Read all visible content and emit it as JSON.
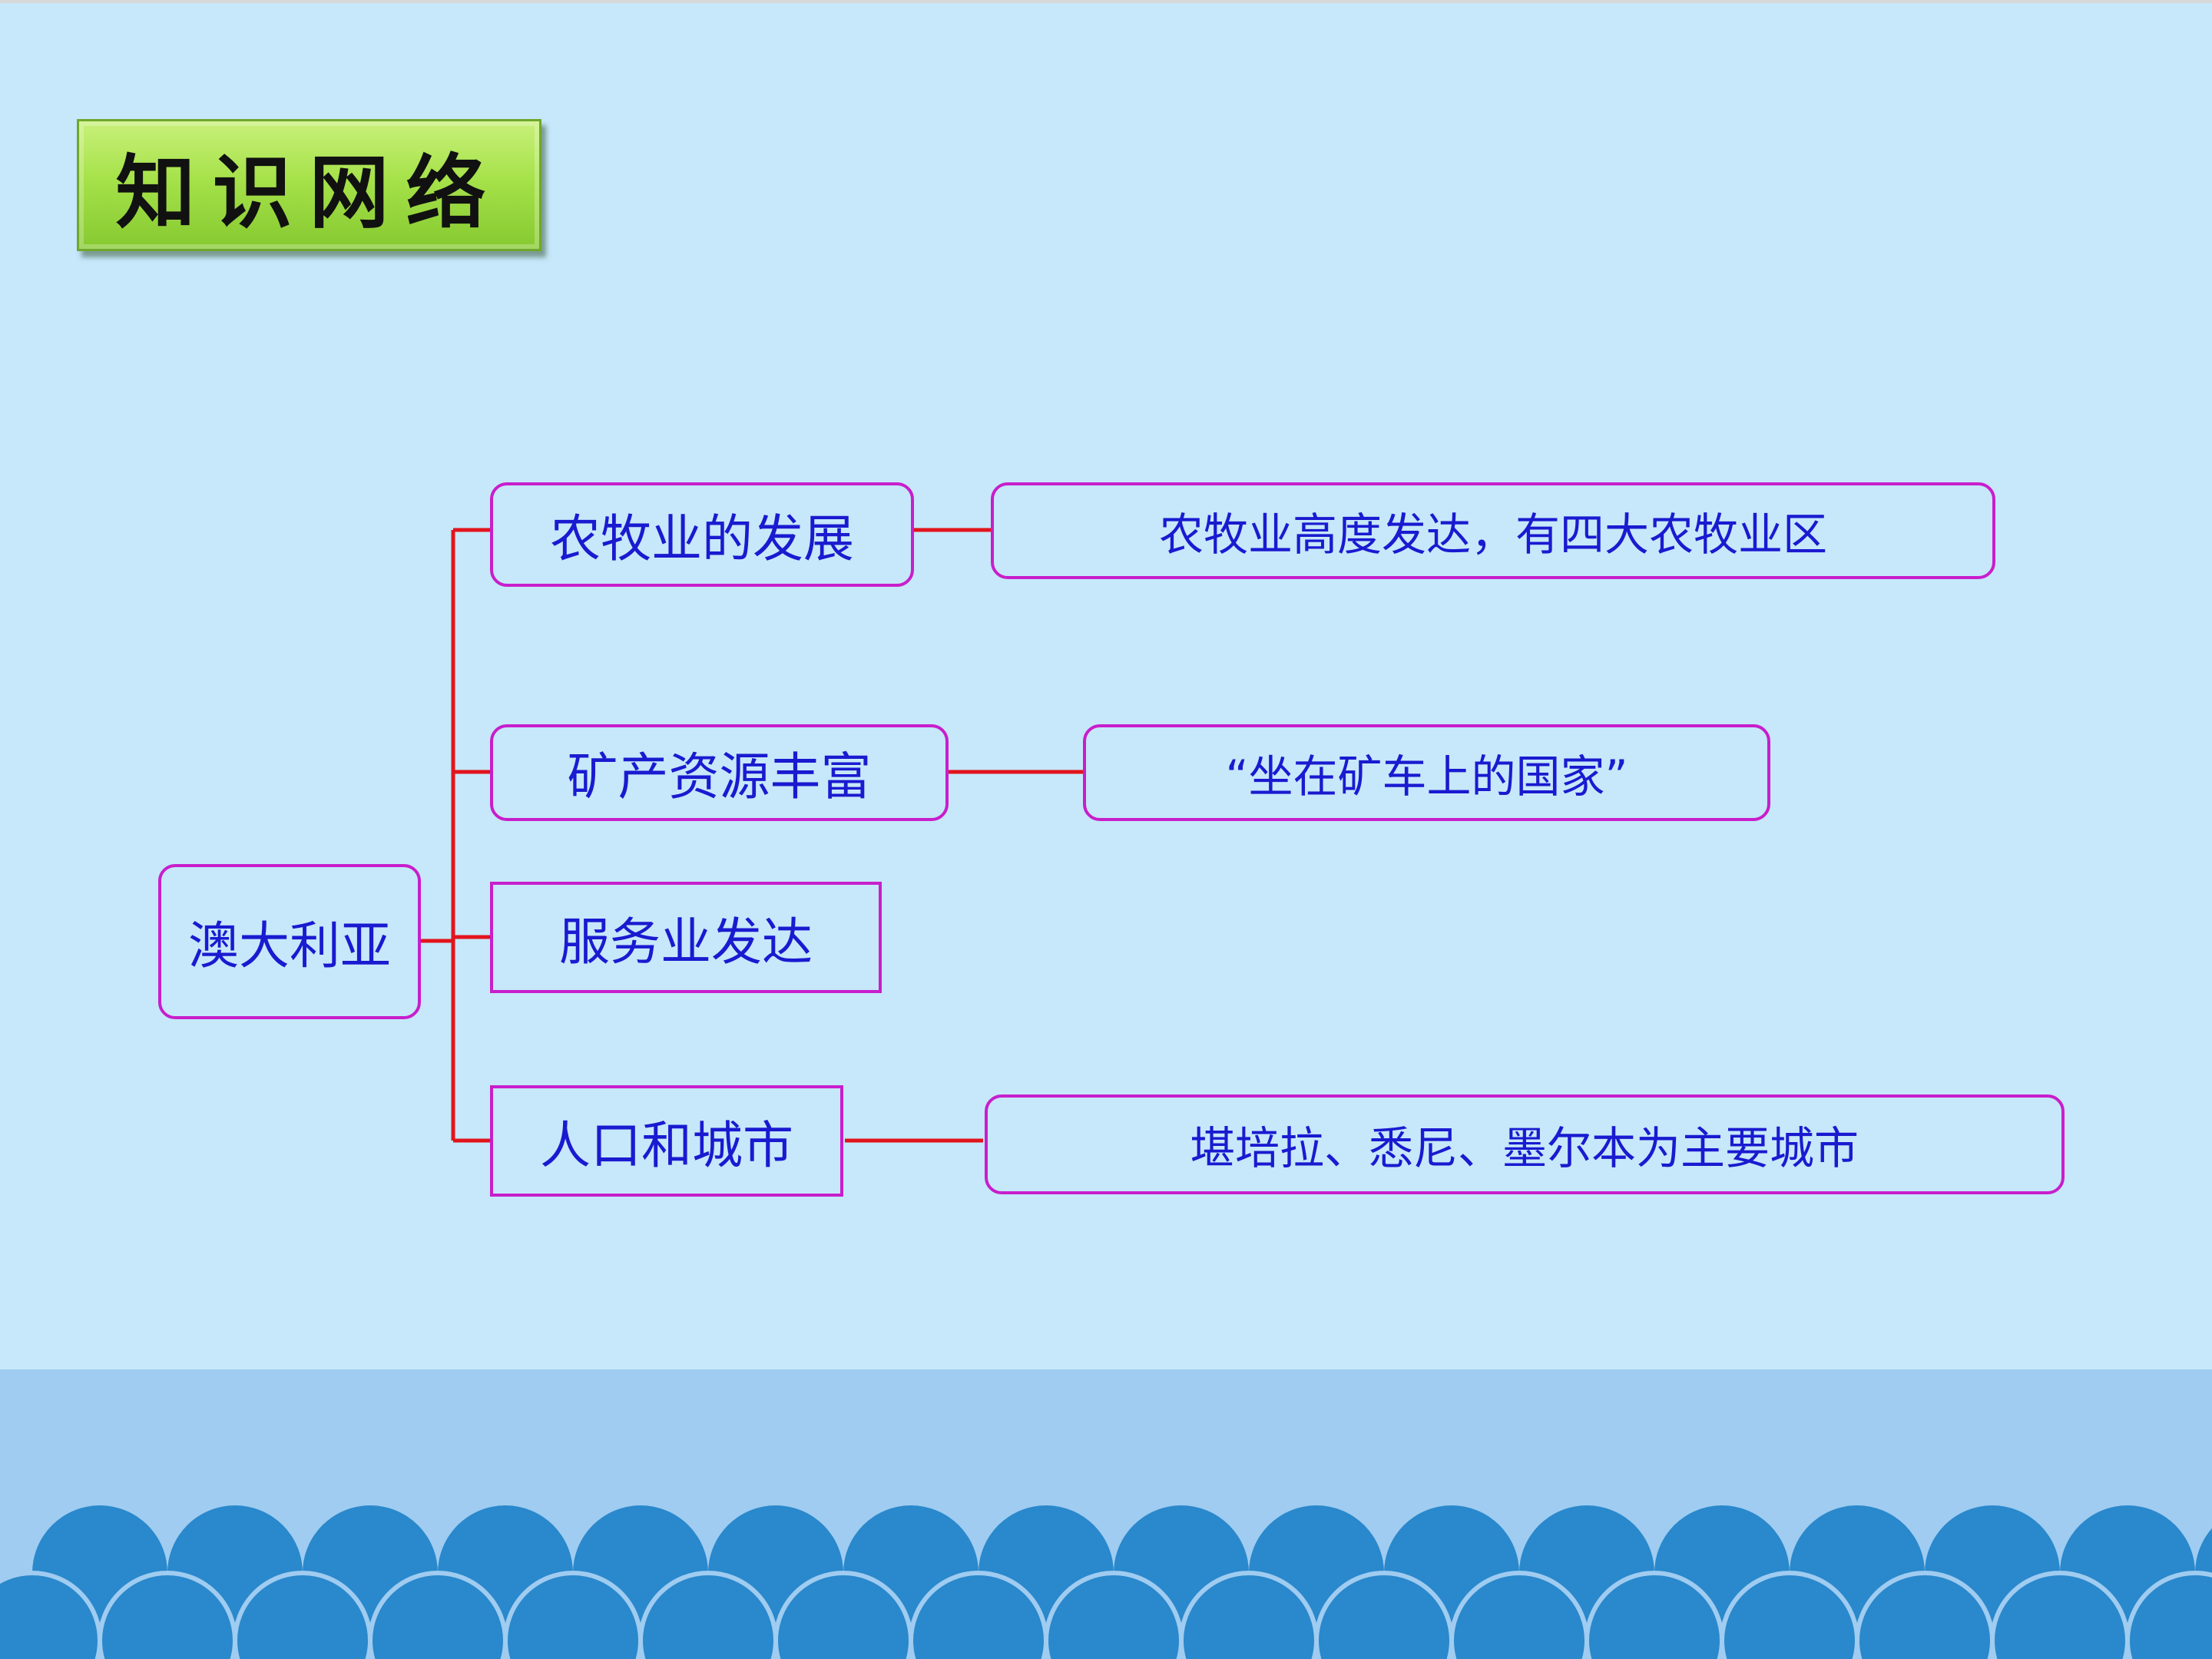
{
  "title": "知识网络",
  "root": "澳大利亚",
  "branches": [
    {
      "label": "农牧业的发展",
      "detail": "农牧业高度发达，有四大农牧业区"
    },
    {
      "label": "矿产资源丰富",
      "detail": "“坐在矿车上的国家”"
    },
    {
      "label": "服务业发达",
      "detail": ""
    },
    {
      "label": "人口和城市",
      "detail": "堪培拉、悉尼、墨尔本为主要城市"
    }
  ],
  "colors": {
    "background": "#c6e8fa",
    "node_border": "#c81ecc",
    "node_text": "#1a1ad0",
    "connector": "#e2141c",
    "title_badge": "#a6e24a",
    "wave": "#2a88cc",
    "wave_band": "#9fccf0"
  }
}
